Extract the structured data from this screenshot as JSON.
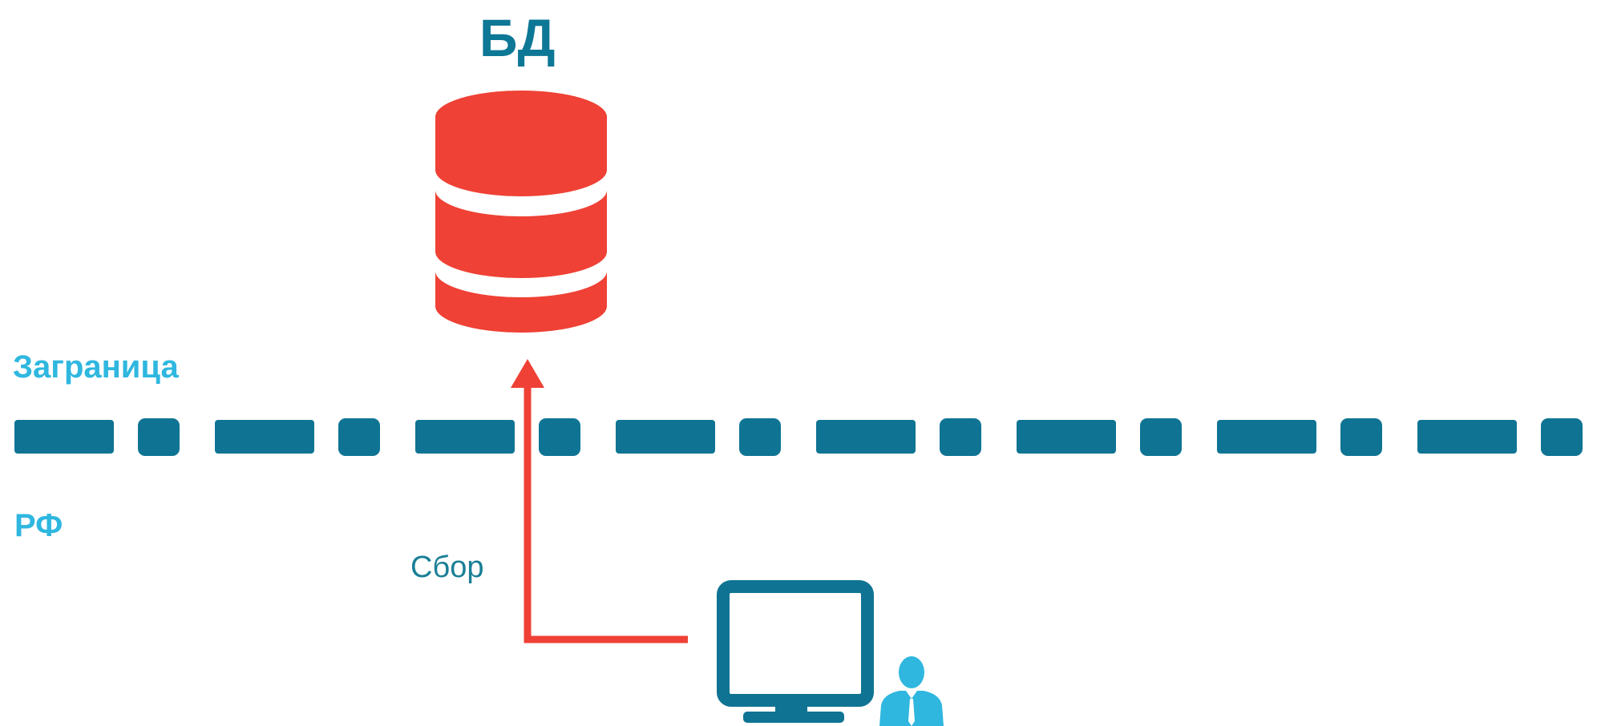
{
  "diagram": {
    "database": {
      "title": "БД",
      "icon": "database-icon",
      "color": "#ef4135"
    },
    "zones": {
      "abroad_label": "Заграница",
      "rf_label": "РФ"
    },
    "border": {
      "color": "#0f7493"
    },
    "flow": {
      "label": "Сбор",
      "color": "#ef4135"
    },
    "user": {
      "computer_icon": "computer-monitor-icon",
      "person_icon": "person-icon",
      "color": "#0f7493",
      "person_color": "#2fb7df"
    }
  }
}
